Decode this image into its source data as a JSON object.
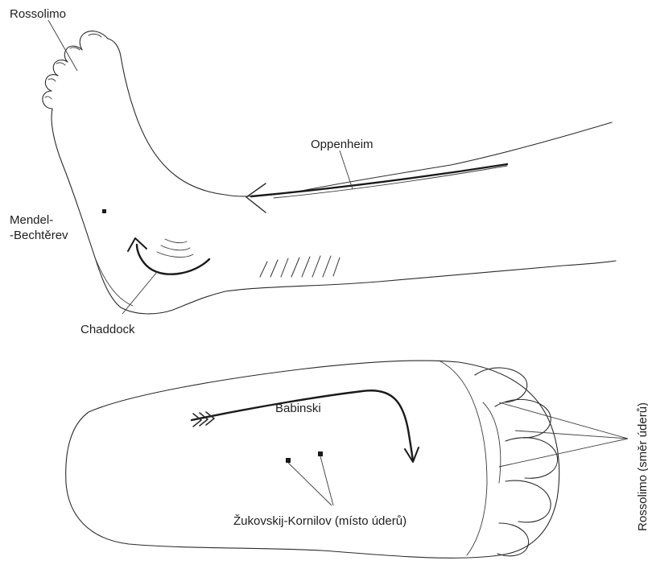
{
  "labels": {
    "rossolimo_top": "Rossolimo",
    "oppenheim": "Oppenheim",
    "mendel_line1": "Mendel-",
    "mendel_line2": "-Bechtěrev",
    "chaddock": "Chaddock",
    "babinski": "Babinski",
    "zukovskij": "Žukovskij-Kornilov (místo úderů)",
    "rossolimo_side": "Rossolimo (směr úderů)"
  }
}
